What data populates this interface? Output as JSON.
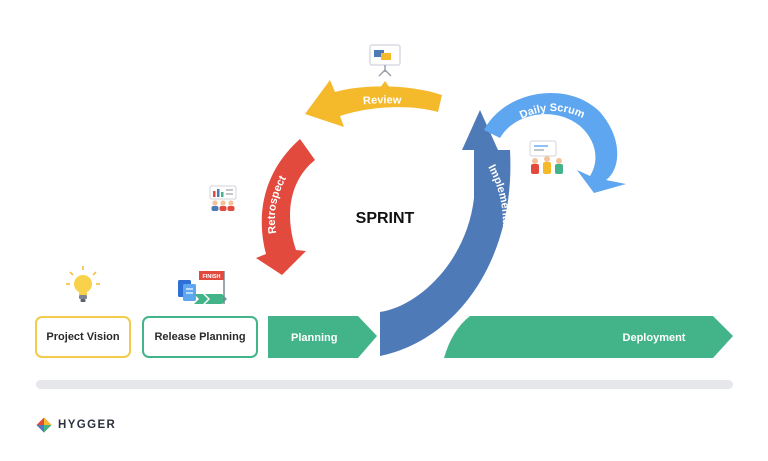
{
  "title": "SPRINT",
  "cycle": {
    "review": "Review",
    "retrospect": "Retrospect",
    "implementation": "Implementation",
    "daily_scrum": "Daily Scrum"
  },
  "timeline": {
    "project_vision": "Project Vision",
    "release_planning": "Release Planning",
    "planning": "Planning",
    "deployment": "Deployment"
  },
  "finish_flag": "FINISH",
  "brand": {
    "name": "HYGGER"
  },
  "colors": {
    "review": "#f5b92c",
    "retrospect": "#e24a3e",
    "implementation": "#4f7ab8",
    "daily_scrum": "#5ea6ef",
    "green": "#43b48a",
    "project_vision_border": "#f2cc4a",
    "release_planning_border": "#43b48a",
    "timeline_bar": "#e6e7ea"
  },
  "icons": {
    "review": "presentation-board-icon",
    "retrospect": "team-chart-icon",
    "daily_scrum": "team-meeting-icon",
    "project_vision": "lightbulb-icon",
    "release_planning": "documents-finish-flag-icon",
    "brand": "hygger-logo-icon"
  }
}
